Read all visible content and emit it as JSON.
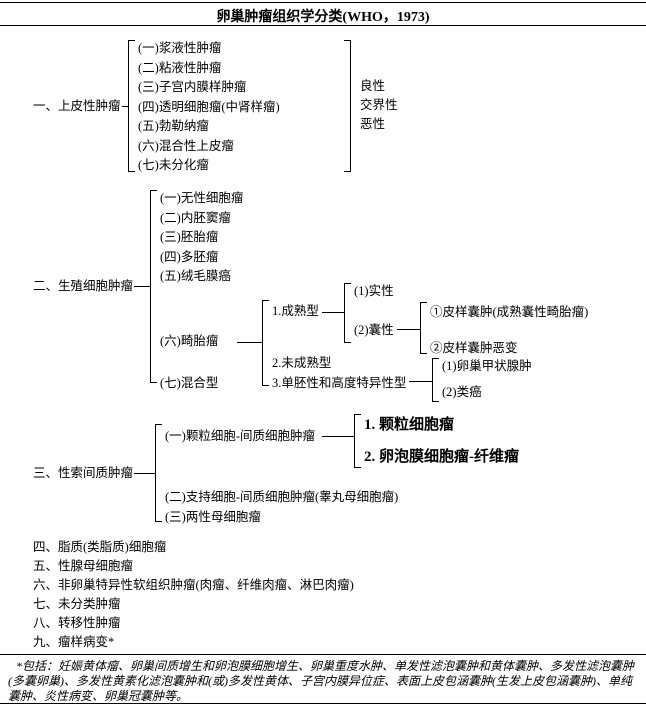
{
  "title": "卵巢肿瘤组织学分类(WHO，1973)",
  "s1": {
    "label": "一、上皮性肿瘤",
    "items": [
      "(一)浆液性肿瘤",
      "(二)粘液性肿瘤",
      "(三)子宫内膜样肿瘤",
      "(四)透明细胞瘤(中肾样瘤)",
      "(五)勃勒纳瘤",
      "(六)混合性上皮瘤",
      "(七)未分化瘤"
    ],
    "grades": [
      "良性",
      "交界性",
      "恶性"
    ]
  },
  "s2": {
    "label": "二、生殖细胞肿瘤",
    "items": [
      "(一)无性细胞瘤",
      "(二)内胚窦瘤",
      "(三)胚胎瘤",
      "(四)多胚瘤",
      "(五)绒毛膜癌",
      "(六)畸胎瘤",
      "(七)混合型"
    ],
    "teratoma": {
      "mature": "1.成熟型",
      "immature": "2.未成熟型",
      "monodermal": "3.单胚性和高度特异性型",
      "solid": "(1)实性",
      "cystic": "(2)囊性",
      "dermoid": "①皮样囊肿(成熟囊性畸胎瘤)",
      "dermoid_malignant": "②皮样囊肿恶变",
      "struma": "(1)卵巢甲状腺肿",
      "carcinoid": "(2)类癌"
    }
  },
  "s3": {
    "label": "三、性索间质肿瘤",
    "granulosa_group": "(一)颗粒细胞-间质细胞肿瘤",
    "granulosa": "1. 颗粒细胞瘤",
    "thecoma_fibroma": "2. 卵泡膜细胞瘤-纤维瘤",
    "sertoli": "(二)支持细胞-间质细胞肿瘤(睾丸母细胞瘤)",
    "gynandroblastoma": "(三)两性母细胞瘤"
  },
  "others": [
    "四、脂质(类脂质)细胞瘤",
    "五、性腺母细胞瘤",
    "六、非卵巢特异性软组织肿瘤(肉瘤、纤维肉瘤、淋巴肉瘤)",
    "七、未分类肿瘤",
    "八、转移性肿瘤",
    "九、瘤样病变*"
  ],
  "footnote": "*包括：妊娠黄体瘤、卵巢间质增生和卵泡膜细胞增生、卵巢重度水肿、单发性滤泡囊肿和黄体囊肿、多发性滤泡囊肿(多囊卵巢)、多发性黄素化滤泡囊肿和(或)多发性黄体、子宫内膜异位症、表面上皮包涵囊肿(生发上皮包涵囊肿)、单纯囊肿、炎性病变、卵巢冠囊肿等。"
}
